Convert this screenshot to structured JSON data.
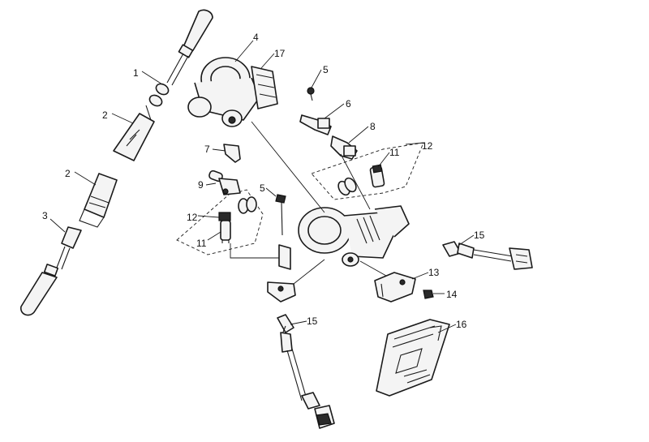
{
  "diagram": {
    "callouts": [
      {
        "id": "c1",
        "text": "1"
      },
      {
        "id": "c2a",
        "text": "2"
      },
      {
        "id": "c2b",
        "text": "2"
      },
      {
        "id": "c3",
        "text": "3"
      },
      {
        "id": "c4",
        "text": "4"
      },
      {
        "id": "c17",
        "text": "17"
      },
      {
        "id": "c5a",
        "text": "5"
      },
      {
        "id": "c6",
        "text": "6"
      },
      {
        "id": "c8",
        "text": "8"
      },
      {
        "id": "c11a",
        "text": "11"
      },
      {
        "id": "c12a",
        "text": "12"
      },
      {
        "id": "c7",
        "text": "7"
      },
      {
        "id": "c9",
        "text": "9"
      },
      {
        "id": "c5b",
        "text": "5"
      },
      {
        "id": "c12b",
        "text": "12"
      },
      {
        "id": "c11b",
        "text": "11"
      },
      {
        "id": "c15a",
        "text": "15"
      },
      {
        "id": "c13",
        "text": "13"
      },
      {
        "id": "c14",
        "text": "14"
      },
      {
        "id": "c15b",
        "text": "15"
      },
      {
        "id": "c16",
        "text": "16"
      }
    ]
  }
}
